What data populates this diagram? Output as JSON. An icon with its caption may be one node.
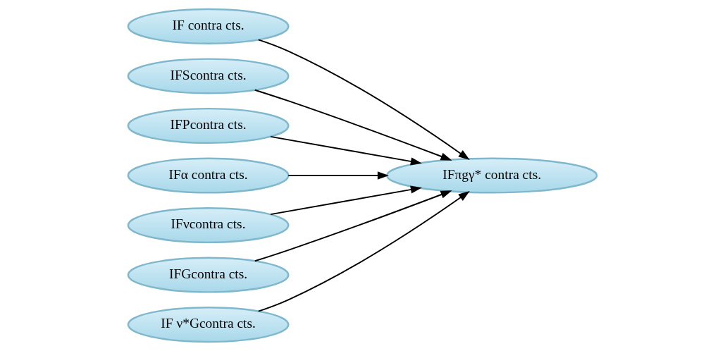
{
  "diagram": {
    "nodes": [
      {
        "text": [
          "IF contra cts."
        ]
      },
      {
        "text": [
          "IFScontra cts."
        ]
      },
      {
        "text": [
          "IFPcontra cts."
        ]
      },
      {
        "text": [
          "IFα contra cts."
        ]
      },
      {
        "text": [
          "IFνcontra cts."
        ]
      },
      {
        "text": [
          "IFGcontra cts."
        ]
      },
      {
        "text": [
          "IF ν*Gcontra cts."
        ]
      },
      {
        "text": [
          "IFπgγ* contra cts."
        ]
      }
    ],
    "edges": [
      {
        "from": 0,
        "to": 7,
        "arrow": "to"
      },
      {
        "from": 1,
        "to": 7,
        "arrow": "to"
      },
      {
        "from": 2,
        "to": 7,
        "arrow": "to"
      },
      {
        "from": 3,
        "to": 7,
        "arrow": "to"
      },
      {
        "from": 4,
        "to": 7,
        "arrow": "to"
      },
      {
        "from": 5,
        "to": 7,
        "arrow": "to"
      },
      {
        "from": 6,
        "to": 7,
        "arrow": "to"
      }
    ]
  }
}
